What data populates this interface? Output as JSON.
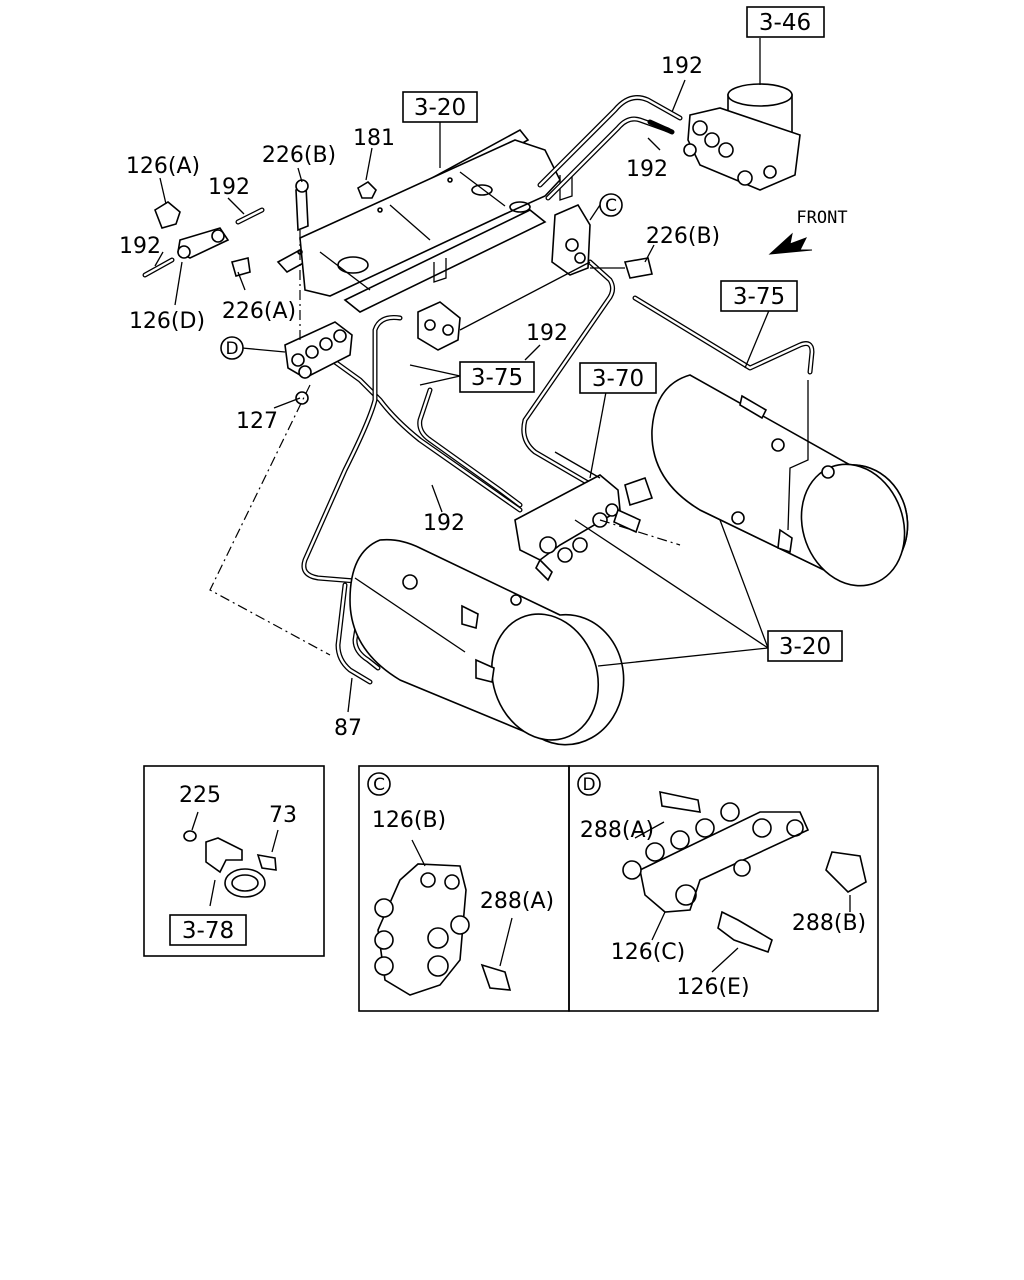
{
  "references": {
    "r346": "3-46",
    "r320_top": "3-20",
    "r375_right": "3-75",
    "r375_mid": "3-75",
    "r370": "3-70",
    "r320_bottom": "3-20",
    "r378": "3-78"
  },
  "labels": {
    "p192_top": "192",
    "p192_top2": "192",
    "p181": "181",
    "p226b_left": "226(B)",
    "p126a": "126(A)",
    "p192_left_a": "192",
    "p192_left_b": "192",
    "p226a": "226(A)",
    "p126d": "126(D)",
    "p226b_right": "226(B)",
    "p192_mid": "192",
    "p127": "127",
    "p192_low": "192",
    "p87": "87",
    "front": "FRONT"
  },
  "callouts": {
    "c_main": "C",
    "d_main": "D"
  },
  "inset_left": {
    "p225": "225",
    "p73": "73"
  },
  "inset_c": {
    "letter": "C",
    "p126b": "126(B)",
    "p288a": "288(A)"
  },
  "inset_d": {
    "letter": "D",
    "p288a": "288(A)",
    "p288b": "288(B)",
    "p126c": "126(C)",
    "p126e": "126(E)"
  }
}
